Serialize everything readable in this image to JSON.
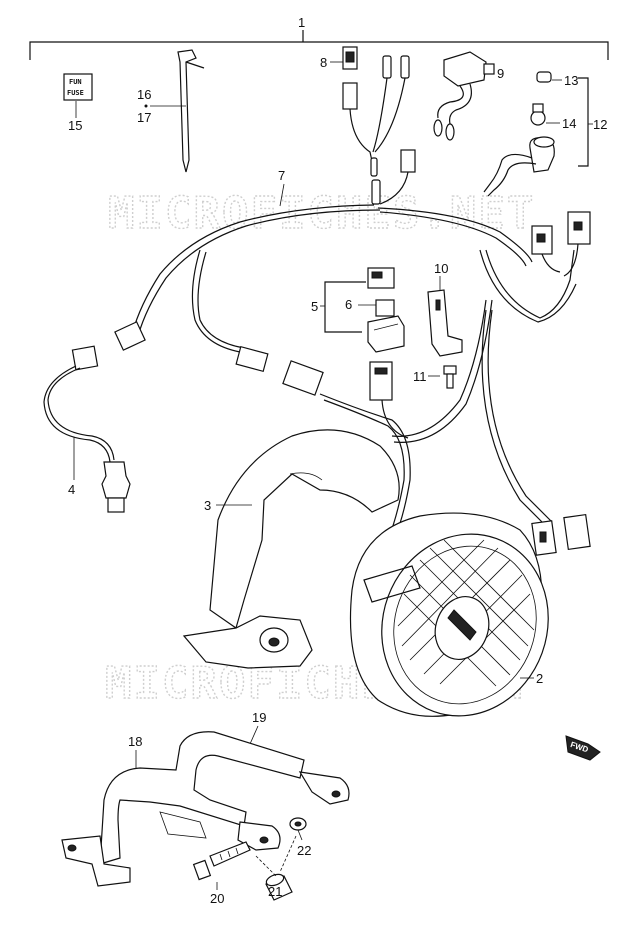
{
  "diagram": {
    "group_label": "1",
    "callouts": [
      {
        "id": "c1",
        "text": "1"
      },
      {
        "id": "c2",
        "text": "2"
      },
      {
        "id": "c3",
        "text": "3"
      },
      {
        "id": "c4",
        "text": "4"
      },
      {
        "id": "c5",
        "text": "5"
      },
      {
        "id": "c6",
        "text": "6"
      },
      {
        "id": "c7",
        "text": "7"
      },
      {
        "id": "c8",
        "text": "8"
      },
      {
        "id": "c9",
        "text": "9"
      },
      {
        "id": "c10",
        "text": "10"
      },
      {
        "id": "c11",
        "text": "11"
      },
      {
        "id": "c12",
        "text": "12"
      },
      {
        "id": "c13",
        "text": "13"
      },
      {
        "id": "c14",
        "text": "14"
      },
      {
        "id": "c15",
        "text": "15"
      },
      {
        "id": "c16",
        "text": "16"
      },
      {
        "id": "c17",
        "text": "17"
      },
      {
        "id": "c18",
        "text": "18"
      },
      {
        "id": "c19",
        "text": "19"
      },
      {
        "id": "c20",
        "text": "20"
      },
      {
        "id": "c21",
        "text": "21"
      },
      {
        "id": "c22",
        "text": "22"
      }
    ],
    "fuse_label_line1": "FUN",
    "fuse_label_line2": "FUSE",
    "fwd_label": "FWD",
    "watermark": "MICROFICHES.NET"
  }
}
